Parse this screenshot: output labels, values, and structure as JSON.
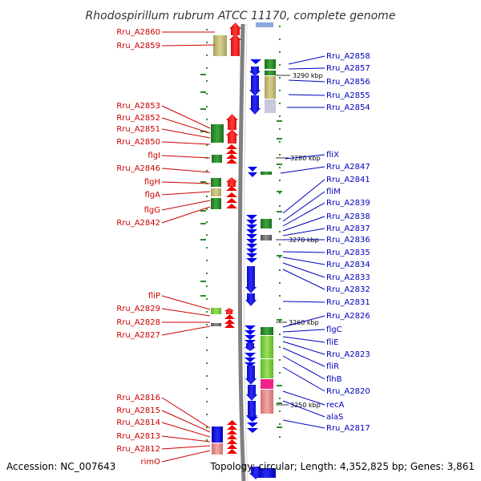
{
  "title": "Rhodospirillum rubrum ATCC 11170, complete genome",
  "footer": {
    "accession": "Accession: NC_007643",
    "topology": "Topology: circular; Length: 4,352,825 bp; Genes: 3,861"
  },
  "colors": {
    "forward_label": "#cc0000",
    "reverse_label": "#0000bb",
    "forward_gene": "#ff0000",
    "reverse_gene": "#0000dd",
    "rna_green": "#2a8a2a",
    "backbone": "#808080"
  },
  "kbp_ticks": [
    "3290 kbp",
    "3280 kbp",
    "3270 kbp",
    "3260 kbp",
    "3250 kbp"
  ],
  "left_labels": [
    "Rru_A2860",
    "Rru_A2859",
    "Rru_A2853",
    "Rru_A2852",
    "Rru_A2851",
    "Rru_A2850",
    "flgI",
    "Rru_A2846",
    "flgH",
    "flgA",
    "flgG",
    "Rru_A2842",
    "fliP",
    "Rru_A2829",
    "Rru_A2828",
    "Rru_A2827",
    "Rru_A2816",
    "Rru_A2815",
    "Rru_A2814",
    "Rru_A2813",
    "Rru_A2812",
    "rimO"
  ],
  "right_labels": [
    "Rru_A2858",
    "Rru_A2857",
    "Rru_A2856",
    "Rru_A2855",
    "Rru_A2854",
    "fliX",
    "Rru_A2847",
    "Rru_A2841",
    "fliM",
    "Rru_A2839",
    "Rru_A2838",
    "Rru_A2837",
    "Rru_A2836",
    "Rru_A2835",
    "Rru_A2834",
    "Rru_A2833",
    "Rru_A2832",
    "Rru_A2831",
    "Rru_A2826",
    "flgC",
    "fliE",
    "Rru_A2823",
    "fliR",
    "flhB",
    "Rru_A2820",
    "recA",
    "alaS",
    "Rru_A2817"
  ]
}
